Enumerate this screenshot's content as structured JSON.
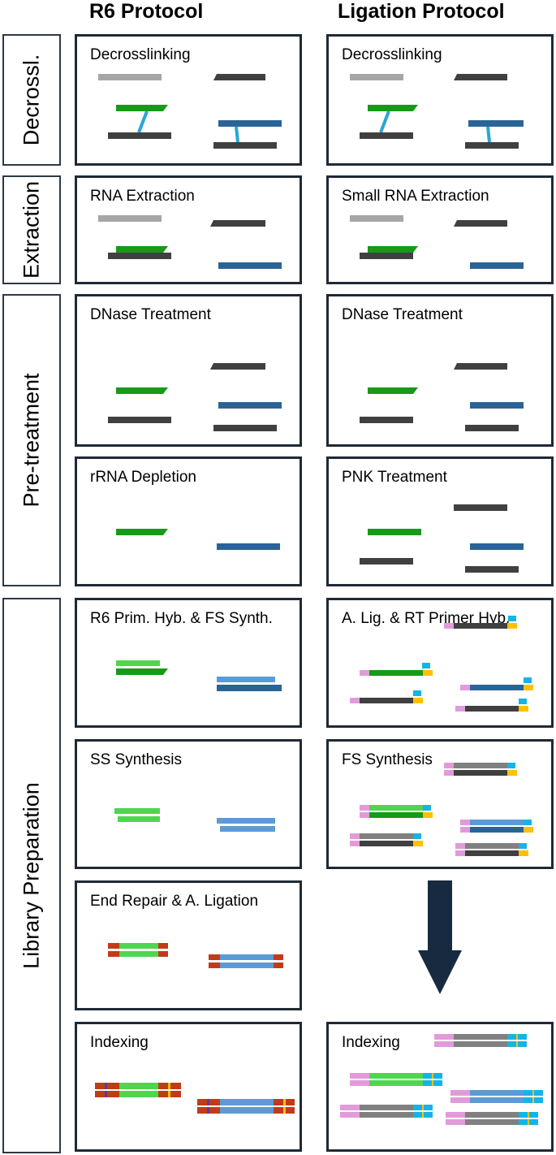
{
  "columns": {
    "r6": "R6 Protocol",
    "ligation": "Ligation Protocol"
  },
  "stages": [
    {
      "label": "Decrossl."
    },
    {
      "label": "Extraction"
    },
    {
      "label": "Pre-treatment"
    },
    {
      "label": "Library Preparation"
    }
  ],
  "panels": {
    "r6_decross": "Decrosslinking",
    "r6_extract": "RNA Extraction",
    "r6_dnase": "DNase Treatment",
    "r6_rrna": "rRNA Depletion",
    "r6_primer": "R6 Prim. Hyb. & FS Synth.",
    "r6_ss": "SS Synthesis",
    "r6_endrepair": "End Repair & A. Ligation",
    "r6_index": "Indexing",
    "lig_decross": "Decrosslinking",
    "lig_extract": "Small RNA Extraction",
    "lig_dnase": "DNase Treatment",
    "lig_pnk": "PNK Treatment",
    "lig_adapter": "A. Lig. & RT Primer Hyb.",
    "lig_fs": "FS Synthesis",
    "lig_index": "Indexing"
  },
  "colors": {
    "dark_gray": "#404040",
    "light_gray": "#a6a6a6",
    "mid_gray": "#808080",
    "green": "#179a17",
    "light_green": "#4fd64f",
    "blue": "#2a6496",
    "light_blue": "#5b9bd5",
    "crosslink": "#2aa6d6",
    "red_adapter": "#c23b17",
    "pink": "#e29bd9",
    "cyan": "#14b4e6",
    "yellow": "#ffc000",
    "arrow": "#172a40"
  }
}
